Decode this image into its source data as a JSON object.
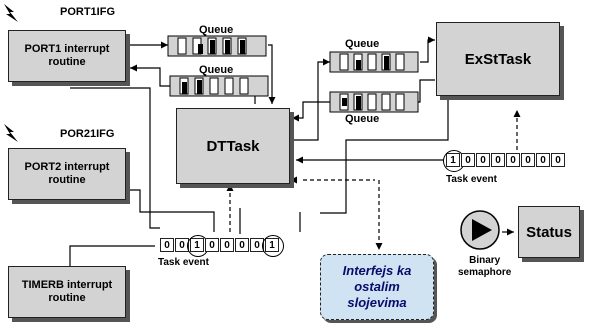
{
  "interrupts": {
    "port1_flag": "PORT1IFG",
    "port2_flag": "POR21IFG"
  },
  "boxes": {
    "port1": "PORT1 interrupt\nroutine",
    "port2": "PORT2 interrupt\nroutine",
    "timerb": "TIMERB interrupt\nroutine",
    "dttask": "DTTask",
    "exsttask": "ExStTask",
    "status": "Status"
  },
  "queues": {
    "q1": "Queue",
    "q2": "Queue",
    "q3": "Queue",
    "q4": "Queue"
  },
  "events": {
    "bottom": {
      "label": "Task event",
      "bits": [
        "0",
        "0",
        "1",
        "0",
        "0",
        "0",
        "0",
        "1"
      ]
    },
    "right": {
      "label": "Task event",
      "bits": [
        "1",
        "0",
        "0",
        "0",
        "0",
        "0",
        "0",
        "0"
      ]
    }
  },
  "semaphore": {
    "label": "Binary\nsemaphore"
  },
  "interface": {
    "label": "Interfejs ka\nostalim\nslojevima",
    "bg_color": "#cfe3f3"
  }
}
